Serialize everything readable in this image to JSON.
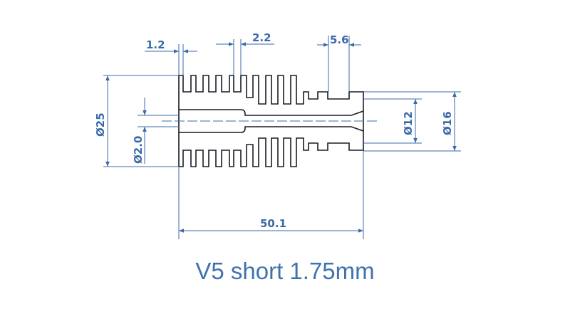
{
  "title": "V5 short 1.75mm",
  "dimensions": {
    "fin_thickness": "1.2",
    "fin_gap": "2.2",
    "collar_width": "5.6",
    "outer_diameter": "Ø25",
    "bore_diameter": "Ø2.0",
    "neck_diameter": "Ø12",
    "collar_diameter": "Ø16",
    "total_length": "50.1"
  },
  "colors": {
    "dimension": "#3b6aa8",
    "outline": "#1c1c24",
    "title": "#3f72ad"
  }
}
